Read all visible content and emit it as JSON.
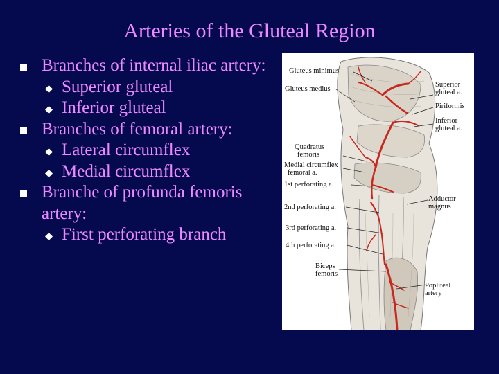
{
  "slide": {
    "title": "Arteries of the Gluteal Region",
    "bullets": [
      {
        "text": "Branches of internal iliac artery:",
        "sub": [
          "Superior gluteal",
          "Inferior gluteal"
        ]
      },
      {
        "text": "Branches of femoral artery:",
        "sub": [
          "Lateral circumflex",
          "Medial circumflex"
        ]
      },
      {
        "text": "Branche of profunda femoris artery:",
        "sub": [
          "First perforating branch"
        ]
      }
    ]
  },
  "figure": {
    "labels": {
      "gluteus_minimus": "Gluteus minimus",
      "gluteus_medius": "Gluteus medius",
      "superior_gluteal_line1": "Superior",
      "superior_gluteal_line2": "gluteal a.",
      "piriformis": "Piriformis",
      "inferior_gluteal_line1": "Inferior",
      "inferior_gluteal_line2": "gluteal a.",
      "quadratus_line1": "Quadratus",
      "quadratus_line2": "femoris",
      "medial_circumflex_line1": "Medial circumflex",
      "medial_circumflex_line2": "femoral a.",
      "first_perforating": "1st perforating a.",
      "adductor_line1": "Adductor",
      "adductor_line2": "magnus",
      "second_perforating": "2nd perforating a.",
      "third_perforating": "3rd perforating a.",
      "fourth_perforating": "4th perforating a.",
      "biceps_line1": "Biceps",
      "biceps_line2": "femoris",
      "popliteal_line1": "Popliteal",
      "popliteal_line2": "artery"
    }
  },
  "colors": {
    "background": "#050a4e",
    "text": "#ee88ff",
    "artery": "#c8281e"
  },
  "icons": {
    "level1_bullet": "square-bullet-icon",
    "level2_bullet": "diamond-bullet-icon"
  }
}
